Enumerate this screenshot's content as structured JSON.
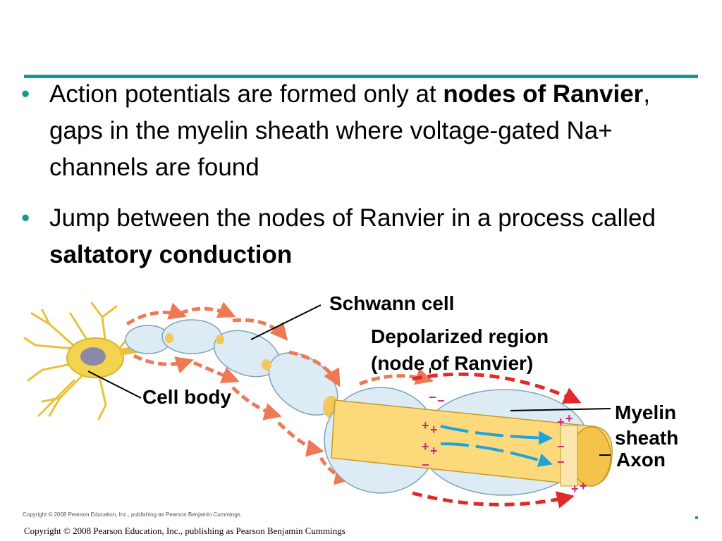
{
  "bullets": [
    {
      "pre": "Action potentials are formed only at ",
      "bold": "nodes of Ranvier",
      "post": ", gaps in the myelin sheath where voltage-gated Na+ channels are found"
    },
    {
      "pre": "Jump between the nodes of Ranvier in a process called ",
      "bold": "saltatory conduction",
      "post": ""
    }
  ],
  "bullet_glyph": "•",
  "figure": {
    "labels": {
      "schwann_cell": "Schwann cell",
      "depolarized_line1": "Depolarized region",
      "depolarized_line2": "(node of Ranvier)",
      "cell_body": "Cell body",
      "myelin_line1": "Myelin",
      "myelin_line2": "sheath",
      "axon": "Axon"
    },
    "figure_copyright": "Copyright © 2008 Pearson Education, Inc., publishing as Pearson Benjamin Cummings."
  },
  "footer": {
    "copyright": "Copyright © 2008 Pearson Education, Inc., publishing as Pearson Benjamin Cummings"
  },
  "colors": {
    "accent": "#17998f",
    "axon": "#fcd97a",
    "myelin": "#dcebf4",
    "arrow": "#ee7a55",
    "red_arrow": "#e02a2a",
    "blue_arrow": "#1fa3dc"
  }
}
